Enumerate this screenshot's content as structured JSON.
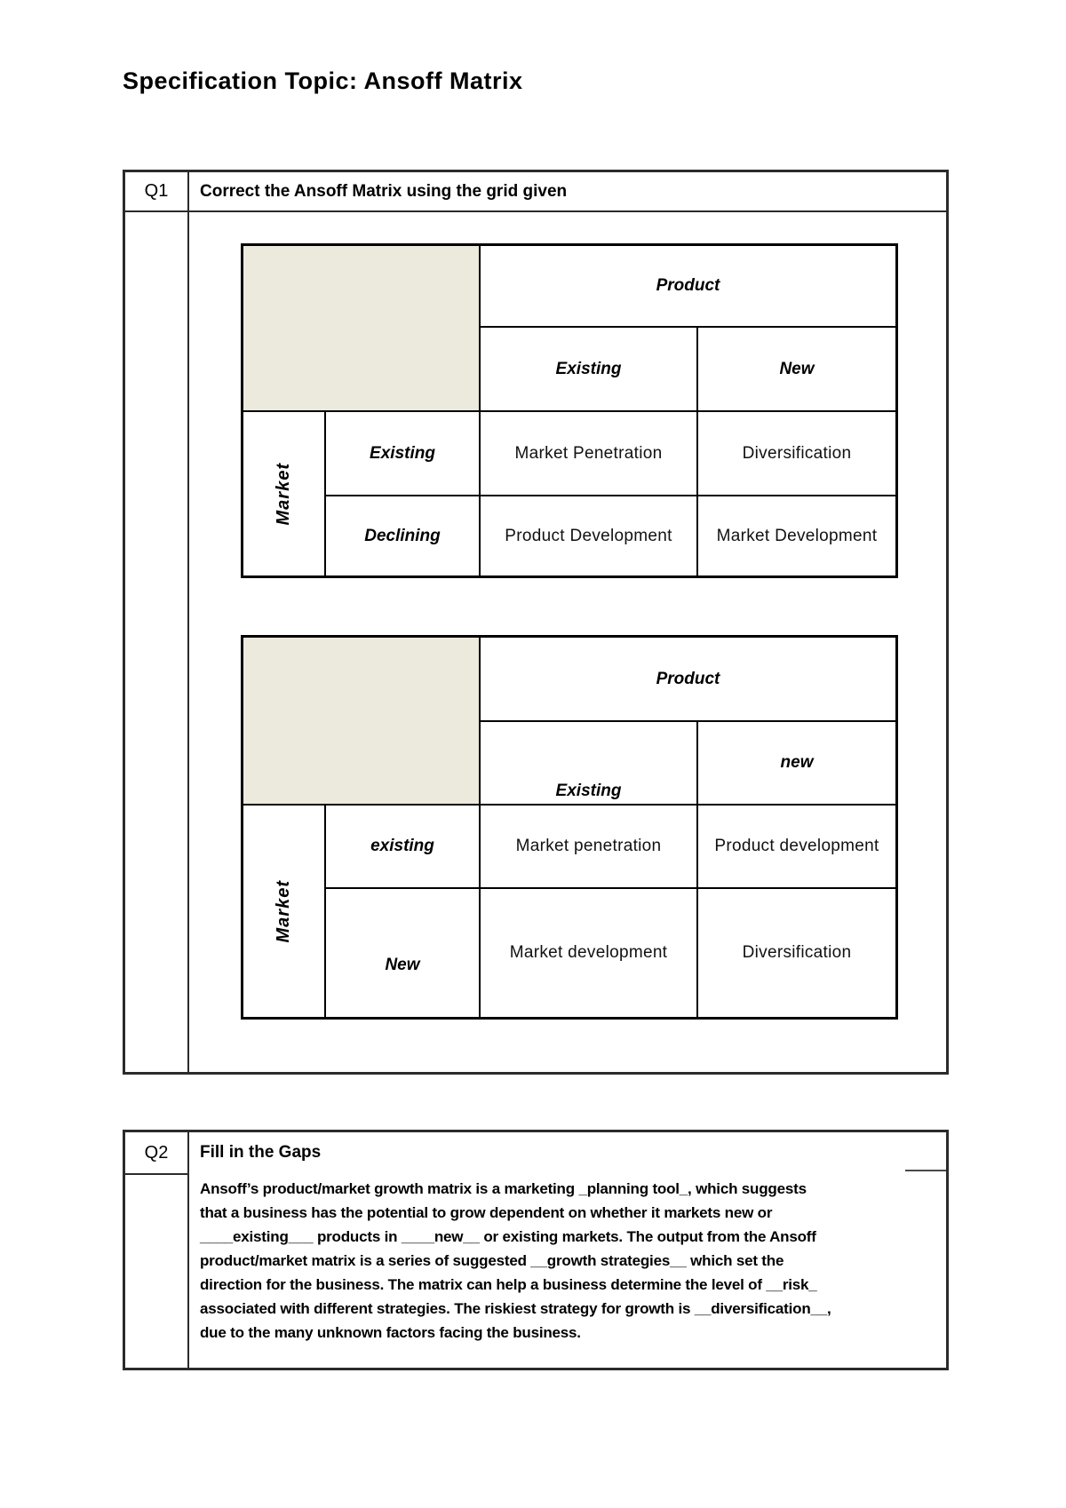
{
  "page": {
    "title": "Specification Topic: Ansoff Matrix"
  },
  "colors": {
    "page_background": "#ffffff",
    "matrix_corner_fill": "#ece9dd",
    "matrix_border": "#000000",
    "table_border": "#2b2b2b",
    "text": "#000000"
  },
  "q1": {
    "label": "Q1",
    "heading": "Correct the Ansoff Matrix using the grid given",
    "matrix_top": {
      "product_label": "Product",
      "market_label": "Market",
      "col_headers": [
        "Existing",
        "New"
      ],
      "row_headers": [
        "Existing",
        "Declining"
      ],
      "cells": [
        [
          "Market Penetration",
          "Diversification"
        ],
        [
          "Product Development",
          "Market Development"
        ]
      ]
    },
    "matrix_bottom": {
      "product_label": "Product",
      "market_label": "Market",
      "col_headers": [
        "Existing",
        "new"
      ],
      "row_headers": [
        "existing",
        "New"
      ],
      "cells": [
        [
          "Market penetration",
          "Product development"
        ],
        [
          "Market development",
          "Diversification"
        ]
      ]
    }
  },
  "q2": {
    "label": "Q2",
    "heading": "Fill in the Gaps",
    "body_lines": [
      "Ansoff’s product/market growth matrix is a marketing _planning tool_, which suggests",
      "that a business has the potential to grow dependent on whether it markets new or",
      "____existing___ products in ____new__ or existing markets. The output from the Ansoff",
      "product/market matrix is a series of suggested __growth strategies__ which set the",
      "direction for the business. The matrix can help a business determine the level of __risk_",
      "associated with different strategies. The riskiest strategy for growth is __diversification__,",
      "due to the many unknown factors facing the business."
    ]
  }
}
